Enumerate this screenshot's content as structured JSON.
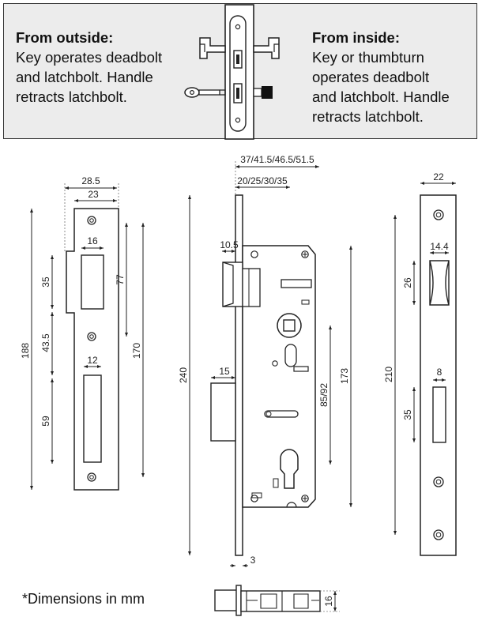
{
  "info": {
    "outside": {
      "title": "From outside:",
      "lines": [
        "Key operates deadbolt",
        "and latchbolt. Handle",
        "retracts latchbolt."
      ]
    },
    "inside": {
      "title": "From inside:",
      "lines": [
        "Key or thumbturn",
        "operates deadbolt",
        "and latchbolt. Handle",
        "retracts latchbolt."
      ]
    }
  },
  "dimensions": {
    "strike_plate": {
      "width_outer": "28.5",
      "width_inner": "23",
      "latch_opening_width": "16",
      "height_35": "35",
      "height_43_5": "43.5",
      "height_59": "59",
      "height_188": "188",
      "height_77": "77",
      "height_170": "170",
      "deadbolt_opening_width": "12"
    },
    "lock_body": {
      "backset_options": "37/41.5/46.5/51.5",
      "backset": "20/25/30/35",
      "latch_projection": "10.5",
      "height_240": "240",
      "deadbolt_projection": "15",
      "center_distance": "85/92",
      "body_height": "173",
      "faceplate_thickness": "3"
    },
    "faceplate": {
      "width": "22",
      "latch_opening_width": "14.4",
      "latch_opening_height": "26",
      "deadbolt_opening_width": "8",
      "deadbolt_opening_height": "35",
      "height_210": "210"
    },
    "side_view": {
      "thickness": "16"
    }
  },
  "footnote": "*Dimensions in mm"
}
